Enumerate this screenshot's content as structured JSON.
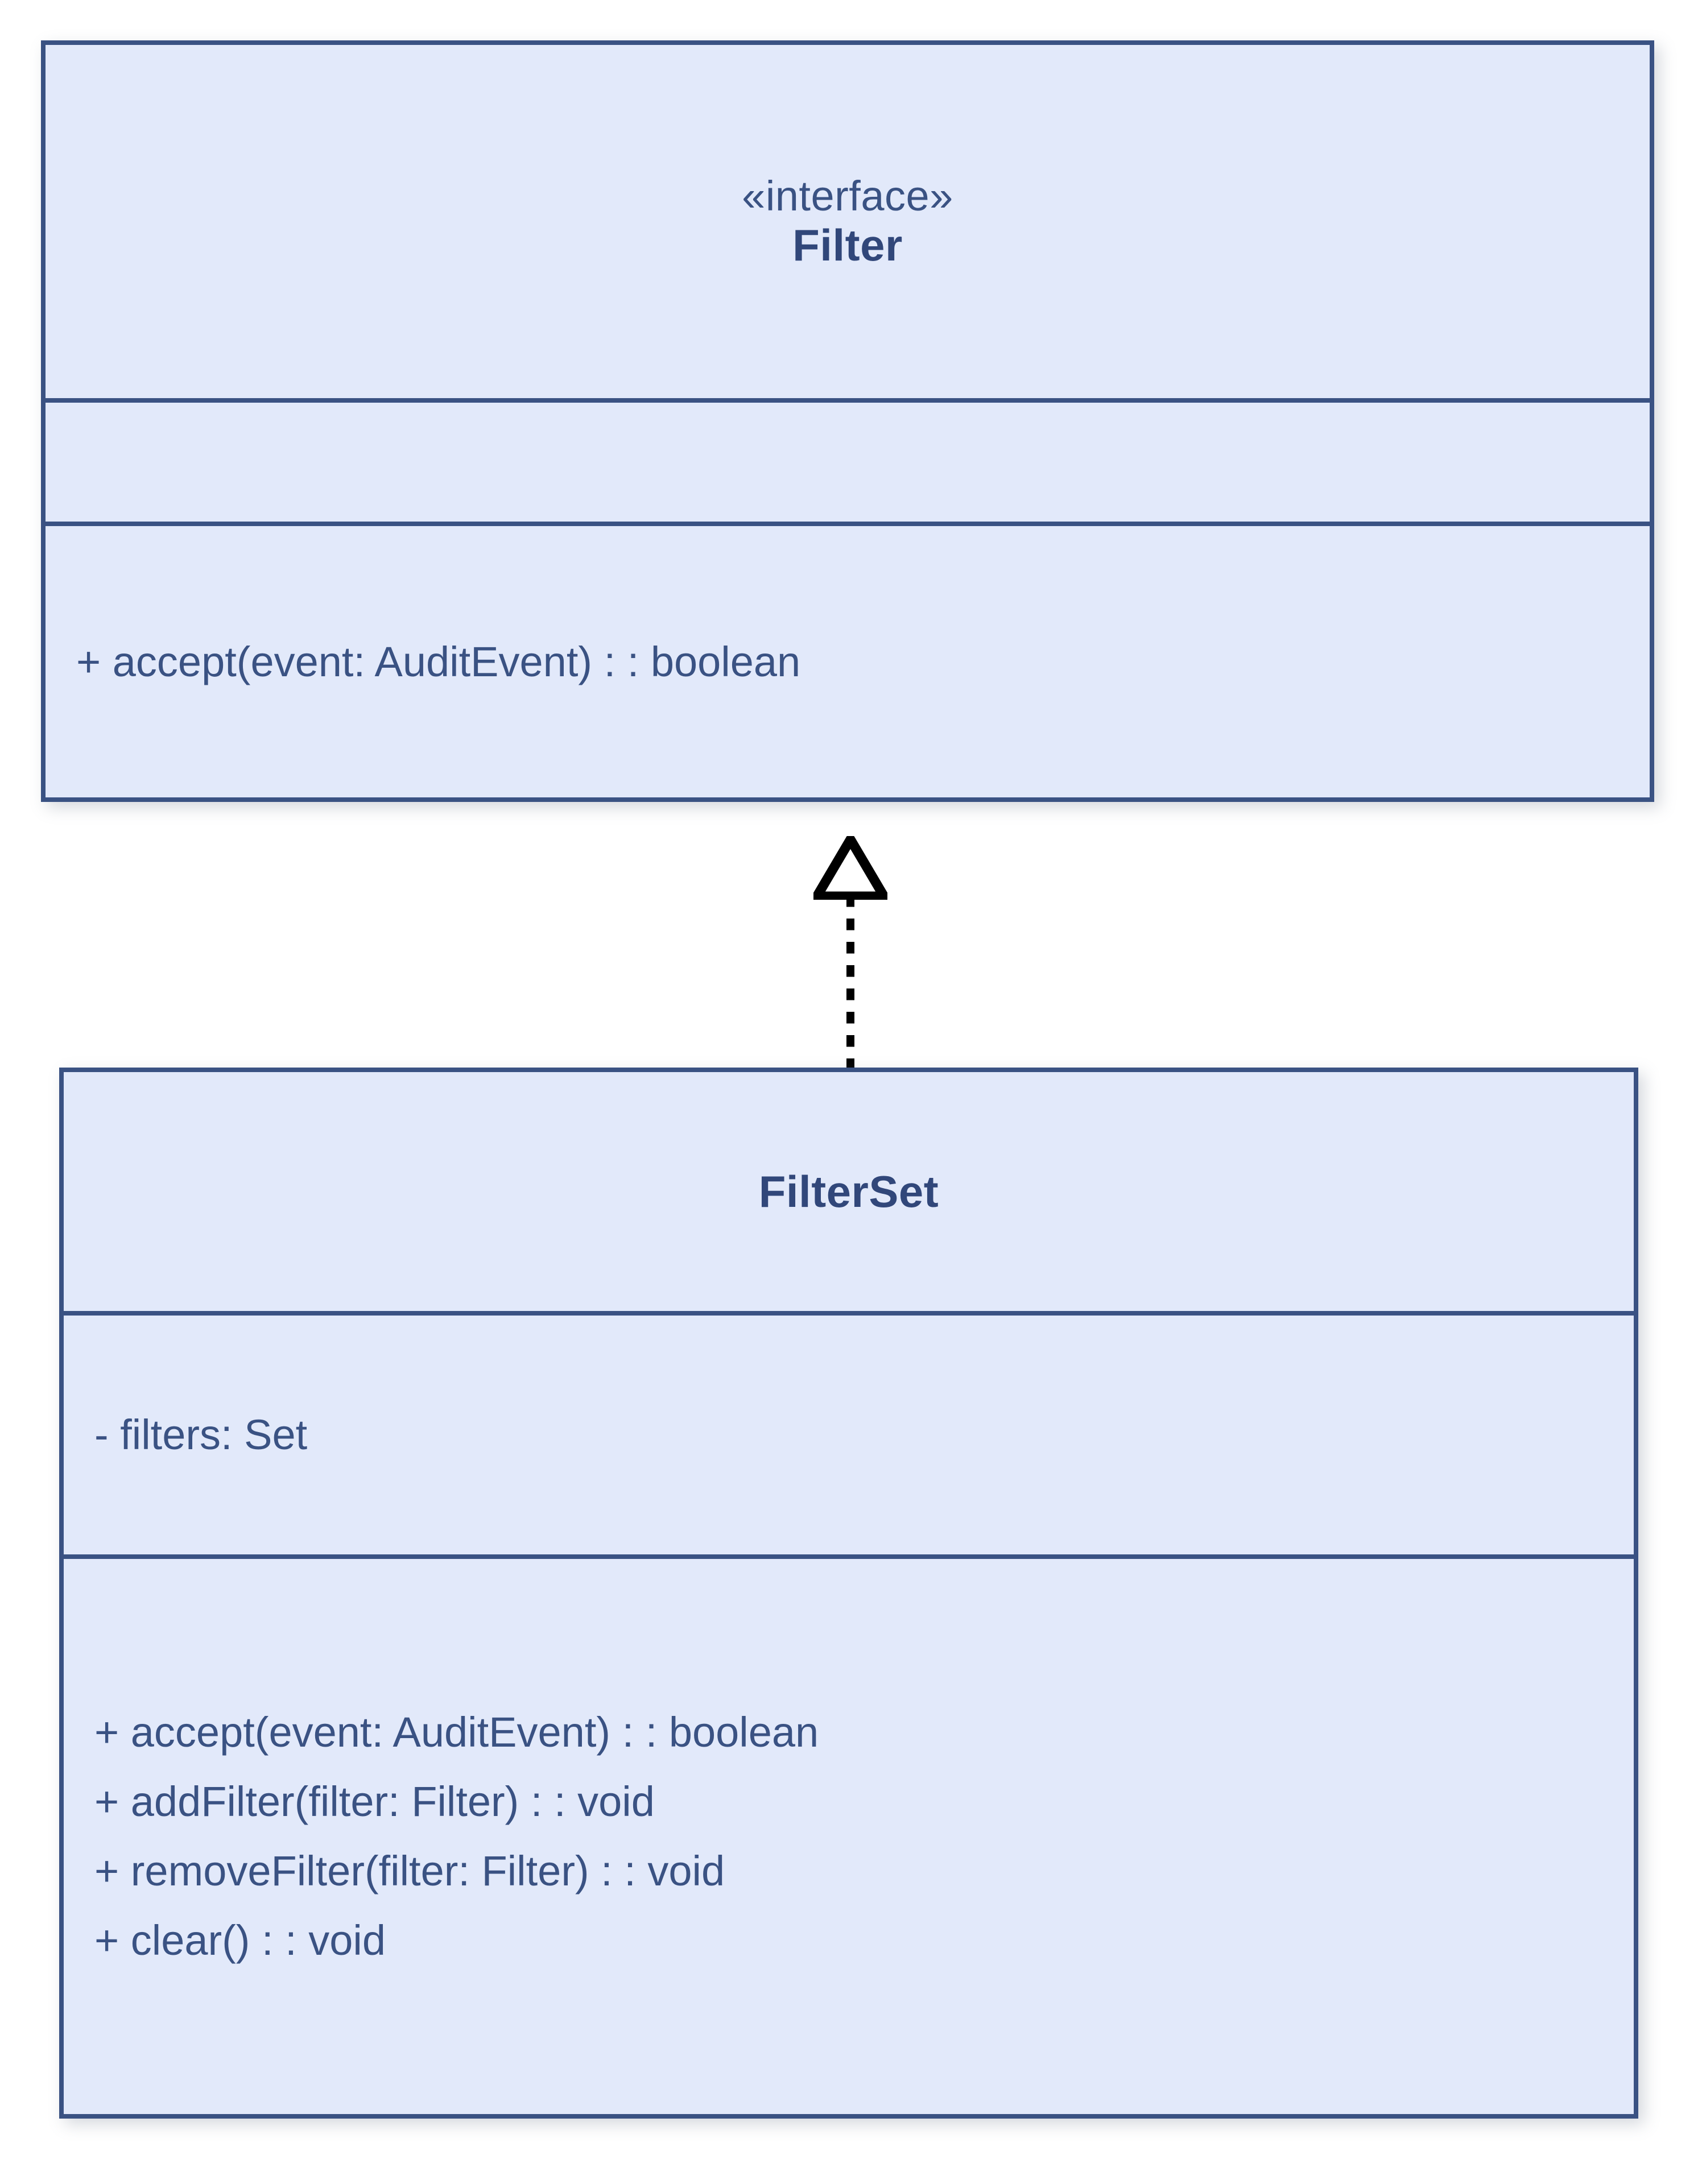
{
  "diagram": {
    "type": "uml-class-diagram",
    "title": "Filter / FilterSet",
    "background_color": "#ffffff",
    "class_fill_color": "#e2e9fa",
    "class_border_color": "#3a5283",
    "text_color": "#3a5283",
    "connector_color": "#000000"
  },
  "classes": [
    {
      "id": "filter",
      "stereotype": "«interface»",
      "name": "Filter",
      "attributes": [],
      "operations": [
        "+ accept(event: AuditEvent) : : boolean"
      ]
    },
    {
      "id": "filterset",
      "stereotype": "",
      "name": "FilterSet",
      "attributes": [
        "- filters: Set"
      ],
      "operations": [
        "+ accept(event: AuditEvent) : : boolean",
        "+ addFilter(filter: Filter) : : void",
        "+ removeFilter(filter: Filter) : : void",
        "+ clear() : : void"
      ]
    }
  ],
  "relationships": [
    {
      "id": "realization-filterset-filter",
      "kind": "realization",
      "line_style": "dotted",
      "arrowhead": "hollow-triangle",
      "source": "FilterSet",
      "target": "Filter"
    }
  ]
}
